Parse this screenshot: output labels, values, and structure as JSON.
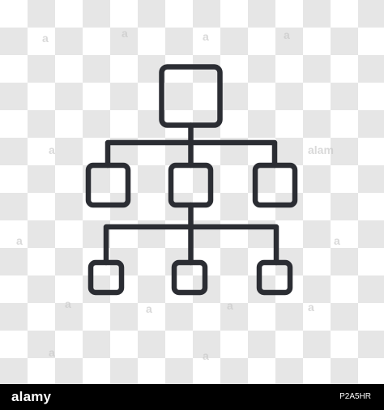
{
  "canvas": {
    "background": "transparent-checkerboard",
    "checker_colors": [
      "#ffffff",
      "#e6e6e6"
    ]
  },
  "icon": {
    "name": "hierarchy-structure-icon",
    "stroke_color": "#2b2d33"
  },
  "watermark": {
    "text": "alamy",
    "color": "#bdbdbd"
  },
  "footer": {
    "logo_text": "alamy",
    "image_code": "P2A5HR",
    "background": "#000000",
    "text_color": "#ffffff"
  }
}
